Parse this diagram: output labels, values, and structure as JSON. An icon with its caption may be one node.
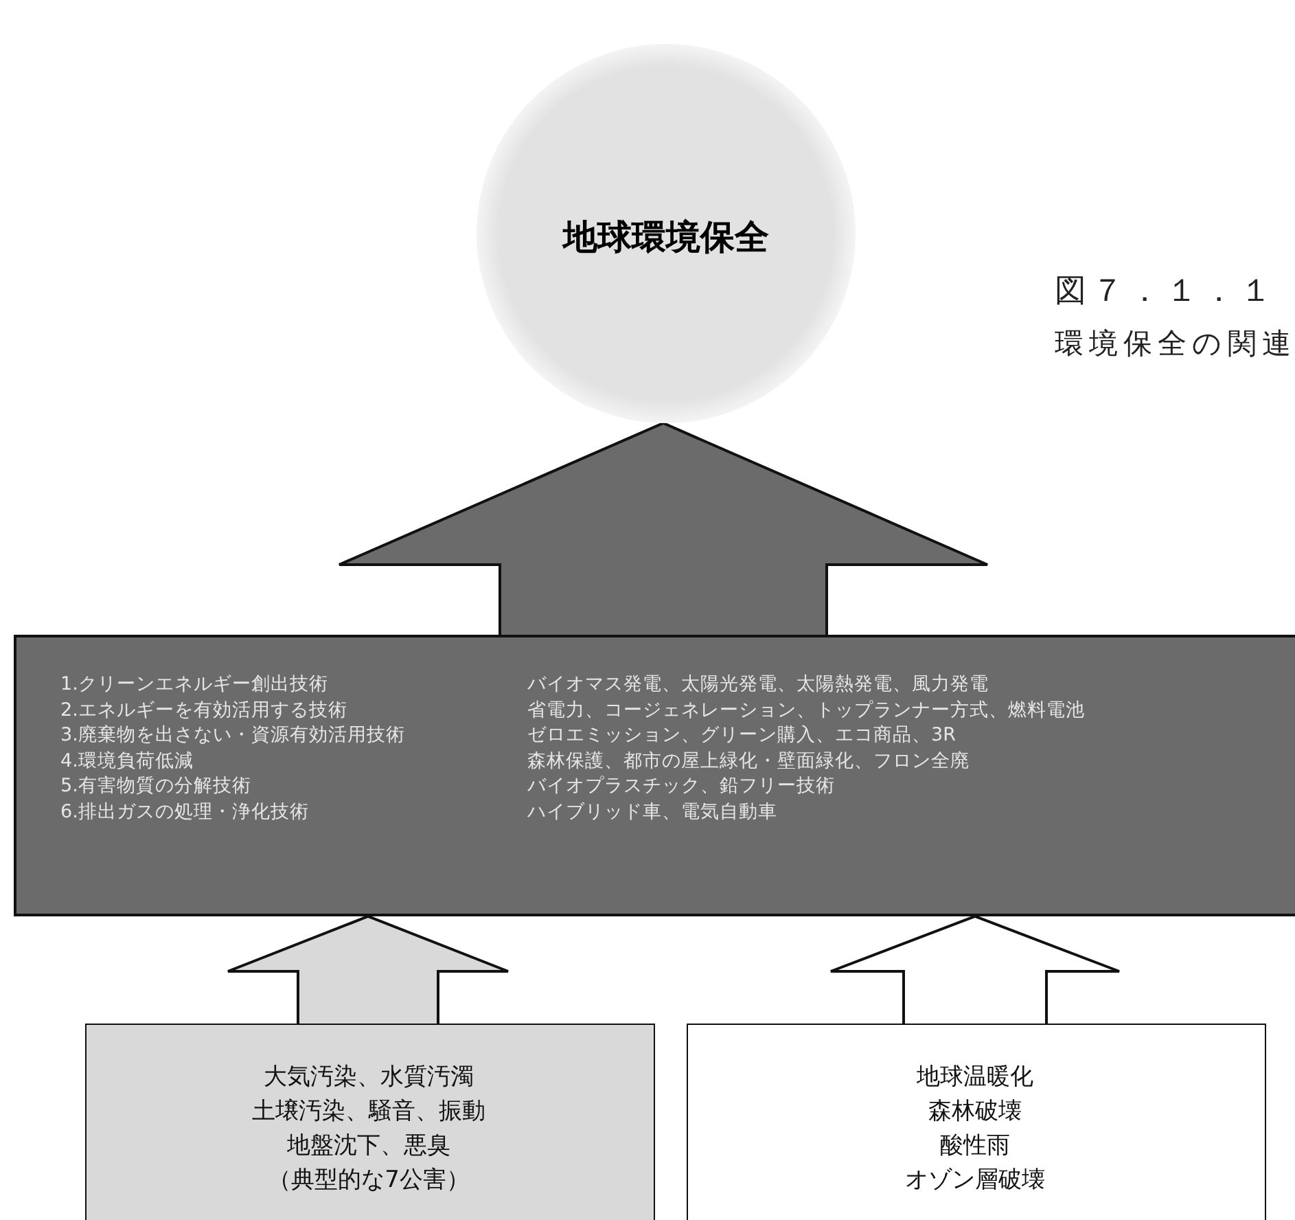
{
  "diagram": {
    "nodes": [
      {
        "text": [
          "地球環境保全"
        ]
      },
      {
        "text": [
          "1.クリーンエネルギー創出技術",
          "バイオマス発電、太陽光発電、太陽熱発電、風力発電",
          "2.エネルギーを有効活用する技術",
          "省電力、コージェネレーション、トップランナー方式、燃料電池",
          "3.廃棄物を出さない・資源有効活用技術",
          "ゼロエミッション、グリーン購入、エコ商品、3R",
          "4.環境負荷低減",
          "森林保護、都市の屋上緑化・壁面緑化、フロン全廃",
          "5.有害物質の分解技術",
          "バイオプラスチック、鉛フリー技術",
          "6.排出ガスの処理・浄化技術",
          "ハイブリッド車、電気自動車"
        ]
      },
      {
        "text": [
          "大気汚染、水質汚濁",
          "土壌汚染、騒音、振動",
          "地盤沈下、悪臭",
          "（典型的な7公害）"
        ]
      },
      {
        "text": [
          "地球温暖化",
          "森林破壊",
          "酸性雨",
          "オゾン層破壊"
        ]
      }
    ],
    "edges": [
      {
        "from": 1,
        "to": 0,
        "arrow": "to"
      },
      {
        "from": 2,
        "to": 1,
        "arrow": "to"
      },
      {
        "from": 3,
        "to": 1,
        "arrow": "to"
      }
    ],
    "labels": [
      "図７．１．１",
      "環境保全の関連"
    ]
  }
}
